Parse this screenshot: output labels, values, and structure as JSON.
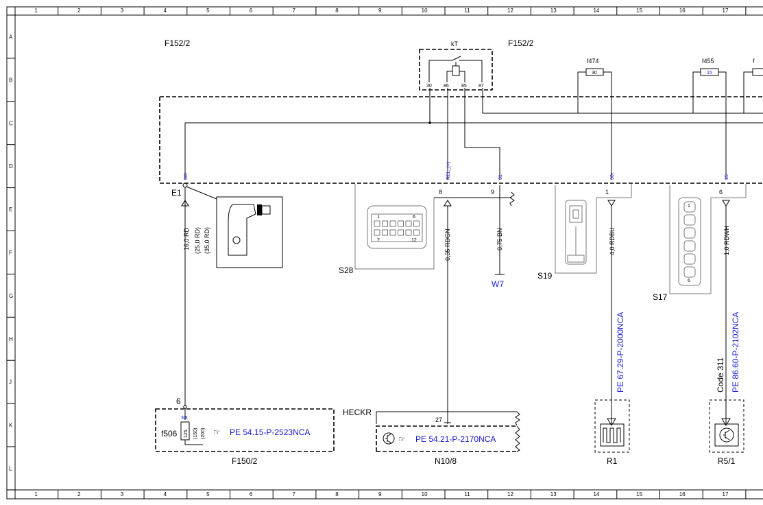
{
  "colors": {
    "link": "#1a1adb",
    "line": "#000000",
    "housing": "#777777"
  },
  "grid": {
    "columns": [
      "1",
      "2",
      "3",
      "4",
      "5",
      "6",
      "7",
      "8",
      "9",
      "10",
      "11",
      "12",
      "13",
      "14",
      "15",
      "16",
      "17"
    ],
    "rows": [
      "A",
      "B",
      "C",
      "D",
      "E",
      "F",
      "G",
      "H",
      "J",
      "K",
      "L"
    ]
  },
  "labels": {
    "f152_left": "F152/2",
    "f152_right": "F152/2",
    "relay": "kT",
    "relay_pins": [
      "30",
      "86",
      "85",
      "87"
    ],
    "fuse_f474": "f474",
    "fuse_f474_val": "30",
    "fuse_f455": "f455",
    "fuse_f455_val": "15",
    "fuse_f_partial": "f",
    "pin_30t_a": "30t",
    "pin_rel": "REL_(+)",
    "pin_31": "31",
    "pin_30t_b": "30t",
    "pin_15": "15",
    "e1": "E1",
    "num8": "8",
    "num9": "9",
    "num1": "1",
    "num6": "6",
    "num6b": "6",
    "num27": "27",
    "wire_e1": "16,0 RD",
    "wire_e1_alt1": "(25,0 RD)",
    "wire_e1_alt2": "(35,0 RD)",
    "wire_s28": "0,35 RDGN",
    "wire_w7": "0,75 BN",
    "wire_r1": "4,0 RDBU",
    "wire_r5": "1,0 RDWH",
    "s28": "S28",
    "s19": "S19",
    "s17": "S17",
    "w7": "W7",
    "s28_pin1": "1",
    "s28_pin6": "6",
    "s28_pin7": "7",
    "s28_pin12": "12",
    "s17_pin1": "1",
    "s17_pin6": "6",
    "ref_r1": "PE 67.29-P-2000NCA",
    "ref_r5": "PE 86.60-P-2102NCA",
    "code311": "Code 311",
    "heckr": "HECKR",
    "f506": "f506",
    "f506_30t": "30t",
    "f506_125": "125",
    "f506_150": "(150)",
    "f506_200": "(200)",
    "ref_f150": "PE 54.15-P-2523NCA",
    "ref_n10": "PE 54.21-P-2170NCA",
    "f150": "F150/2",
    "n10": "N10/8",
    "r1": "R1",
    "r5": "R5/1",
    "hand_glyph": "☞"
  }
}
